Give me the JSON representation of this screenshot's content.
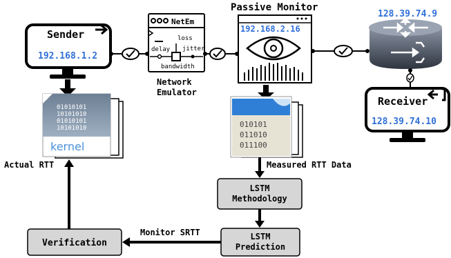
{
  "sender": {
    "label": "Sender",
    "ip": "192.168.1.2"
  },
  "netem": {
    "title": "NetEm",
    "loss": "loss",
    "delay": "delay",
    "jitter": "jitter",
    "bandwidth": "bandwidth",
    "caption_line1": "Network",
    "caption_line2": "Emulator"
  },
  "monitor": {
    "title": "Passive Monitor",
    "ip": "192.168.2.16"
  },
  "router": {
    "ip": "128.39.74.9"
  },
  "receiver": {
    "label": "Receiver",
    "ip": "128.39.74.10"
  },
  "kernel": {
    "bits": [
      "01010101",
      "10101010",
      "01010101",
      "10101010"
    ],
    "word": "kernel"
  },
  "rtt_file": {
    "bits": [
      "010101",
      "011010",
      "011100"
    ]
  },
  "labels": {
    "actual_rtt": "Actual RTT",
    "measured_rtt": "Measured RTT Data",
    "monitor_srtt": "Monitor SRTT"
  },
  "boxes": {
    "lstm_methodology": [
      "LSTM",
      "Methodology"
    ],
    "lstm_prediction": [
      "LSTM",
      "Prediction"
    ],
    "verification": "Verification"
  },
  "colors": {
    "ip_blue": "#2f6fd8",
    "box_fill": "#d6d6d6",
    "router_body": "#5a6373"
  }
}
